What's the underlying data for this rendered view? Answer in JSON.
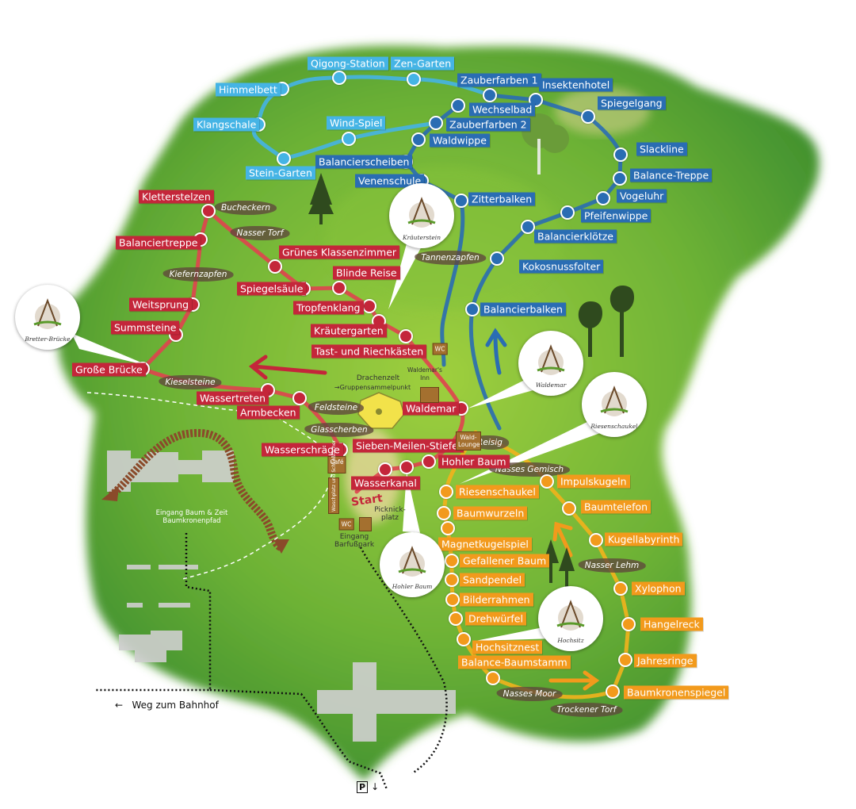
{
  "colors": {
    "cyan": "#45b4e5",
    "blue": "#2a6db3",
    "red": "#c4263a",
    "orange": "#f29a1c",
    "material": "#5f463c",
    "grass": "#6fb83a"
  },
  "routes": {
    "cyan": [
      "Himmelbett",
      "Qigong-Station",
      "Zen-Garten",
      "Klangschale",
      "Wind-Spiel",
      "Stein-Garten"
    ],
    "blue": [
      "Zauberfarben 1",
      "Insektenhotel",
      "Wechselbad",
      "Spiegelgang",
      "Zauberfarben 2",
      "Waldwippe",
      "Slackline",
      "Balancierscheiben",
      "Balance-Treppe",
      "Venenschule",
      "Vogeluhr",
      "Zitterbalken",
      "Pfeifenwippe",
      "Balancierklötze",
      "Kokosnussfolter",
      "Balancierbalken"
    ],
    "red": [
      "Kletterstelzen",
      "Balanciertreppe",
      "Grünes Klassenzimmer",
      "Blinde Reise",
      "Spiegelsäule",
      "Weitsprung",
      "Tropfenklang",
      "Kräutergarten",
      "Summsteine",
      "Tast- und Riechkästen",
      "Große Brücke",
      "Wassertreten",
      "Armbecken",
      "Waldemar",
      "Wasserschräge",
      "Sieben-Meilen-Stiefel",
      "Hohler Baum",
      "Wasserkanal"
    ],
    "orange": [
      "Impulskugeln",
      "Riesenschaukel",
      "Baumtelefon",
      "Baumwurzeln",
      "Magnetkugelspiel",
      "Kugellabyrinth",
      "Gefallener Baum",
      "Sandpendel",
      "Xylophon",
      "Bilderrahmen",
      "Drehwürfel",
      "Hangelreck",
      "Hochsitznest",
      "Jahresringe",
      "Balance-Baumstamm",
      "Baumkronenspiegel"
    ]
  },
  "materials": [
    "Bucheckern",
    "Nasser Torf",
    "Kiefernzapfen",
    "Tannenzapfen",
    "Kieselsteine",
    "Feldsteine",
    "Glasscherben",
    "Reisig",
    "Nasses Gemisch",
    "Nasser Lehm",
    "Nasses Moor",
    "Trockener Torf"
  ],
  "facilities": {
    "drachenzelt": "Drachenzelt",
    "gruppensammelpunkt": "→Gruppensammelpunkt",
    "inn": "Waldemar's Inn",
    "wc1": "WC",
    "wc2": "WC",
    "lounge": "Wald-Lounge",
    "cafe": "Café",
    "waschplatz": "Waschplatz und Schließfächer",
    "picknick": "Picknick-platz",
    "eingang": "Eingang Barfußpark",
    "start": "Start",
    "baumkronenpfad": "Eingang Baum & Zeit Baumkronenpfad",
    "bahnhof": "Weg zum Bahnhof",
    "parking": "P"
  },
  "callouts": [
    "Bretter-Brücke",
    "Kräuterstein",
    "Waldemar",
    "Riesenschaukel",
    "Hohler Baum",
    "Hochsitz"
  ]
}
